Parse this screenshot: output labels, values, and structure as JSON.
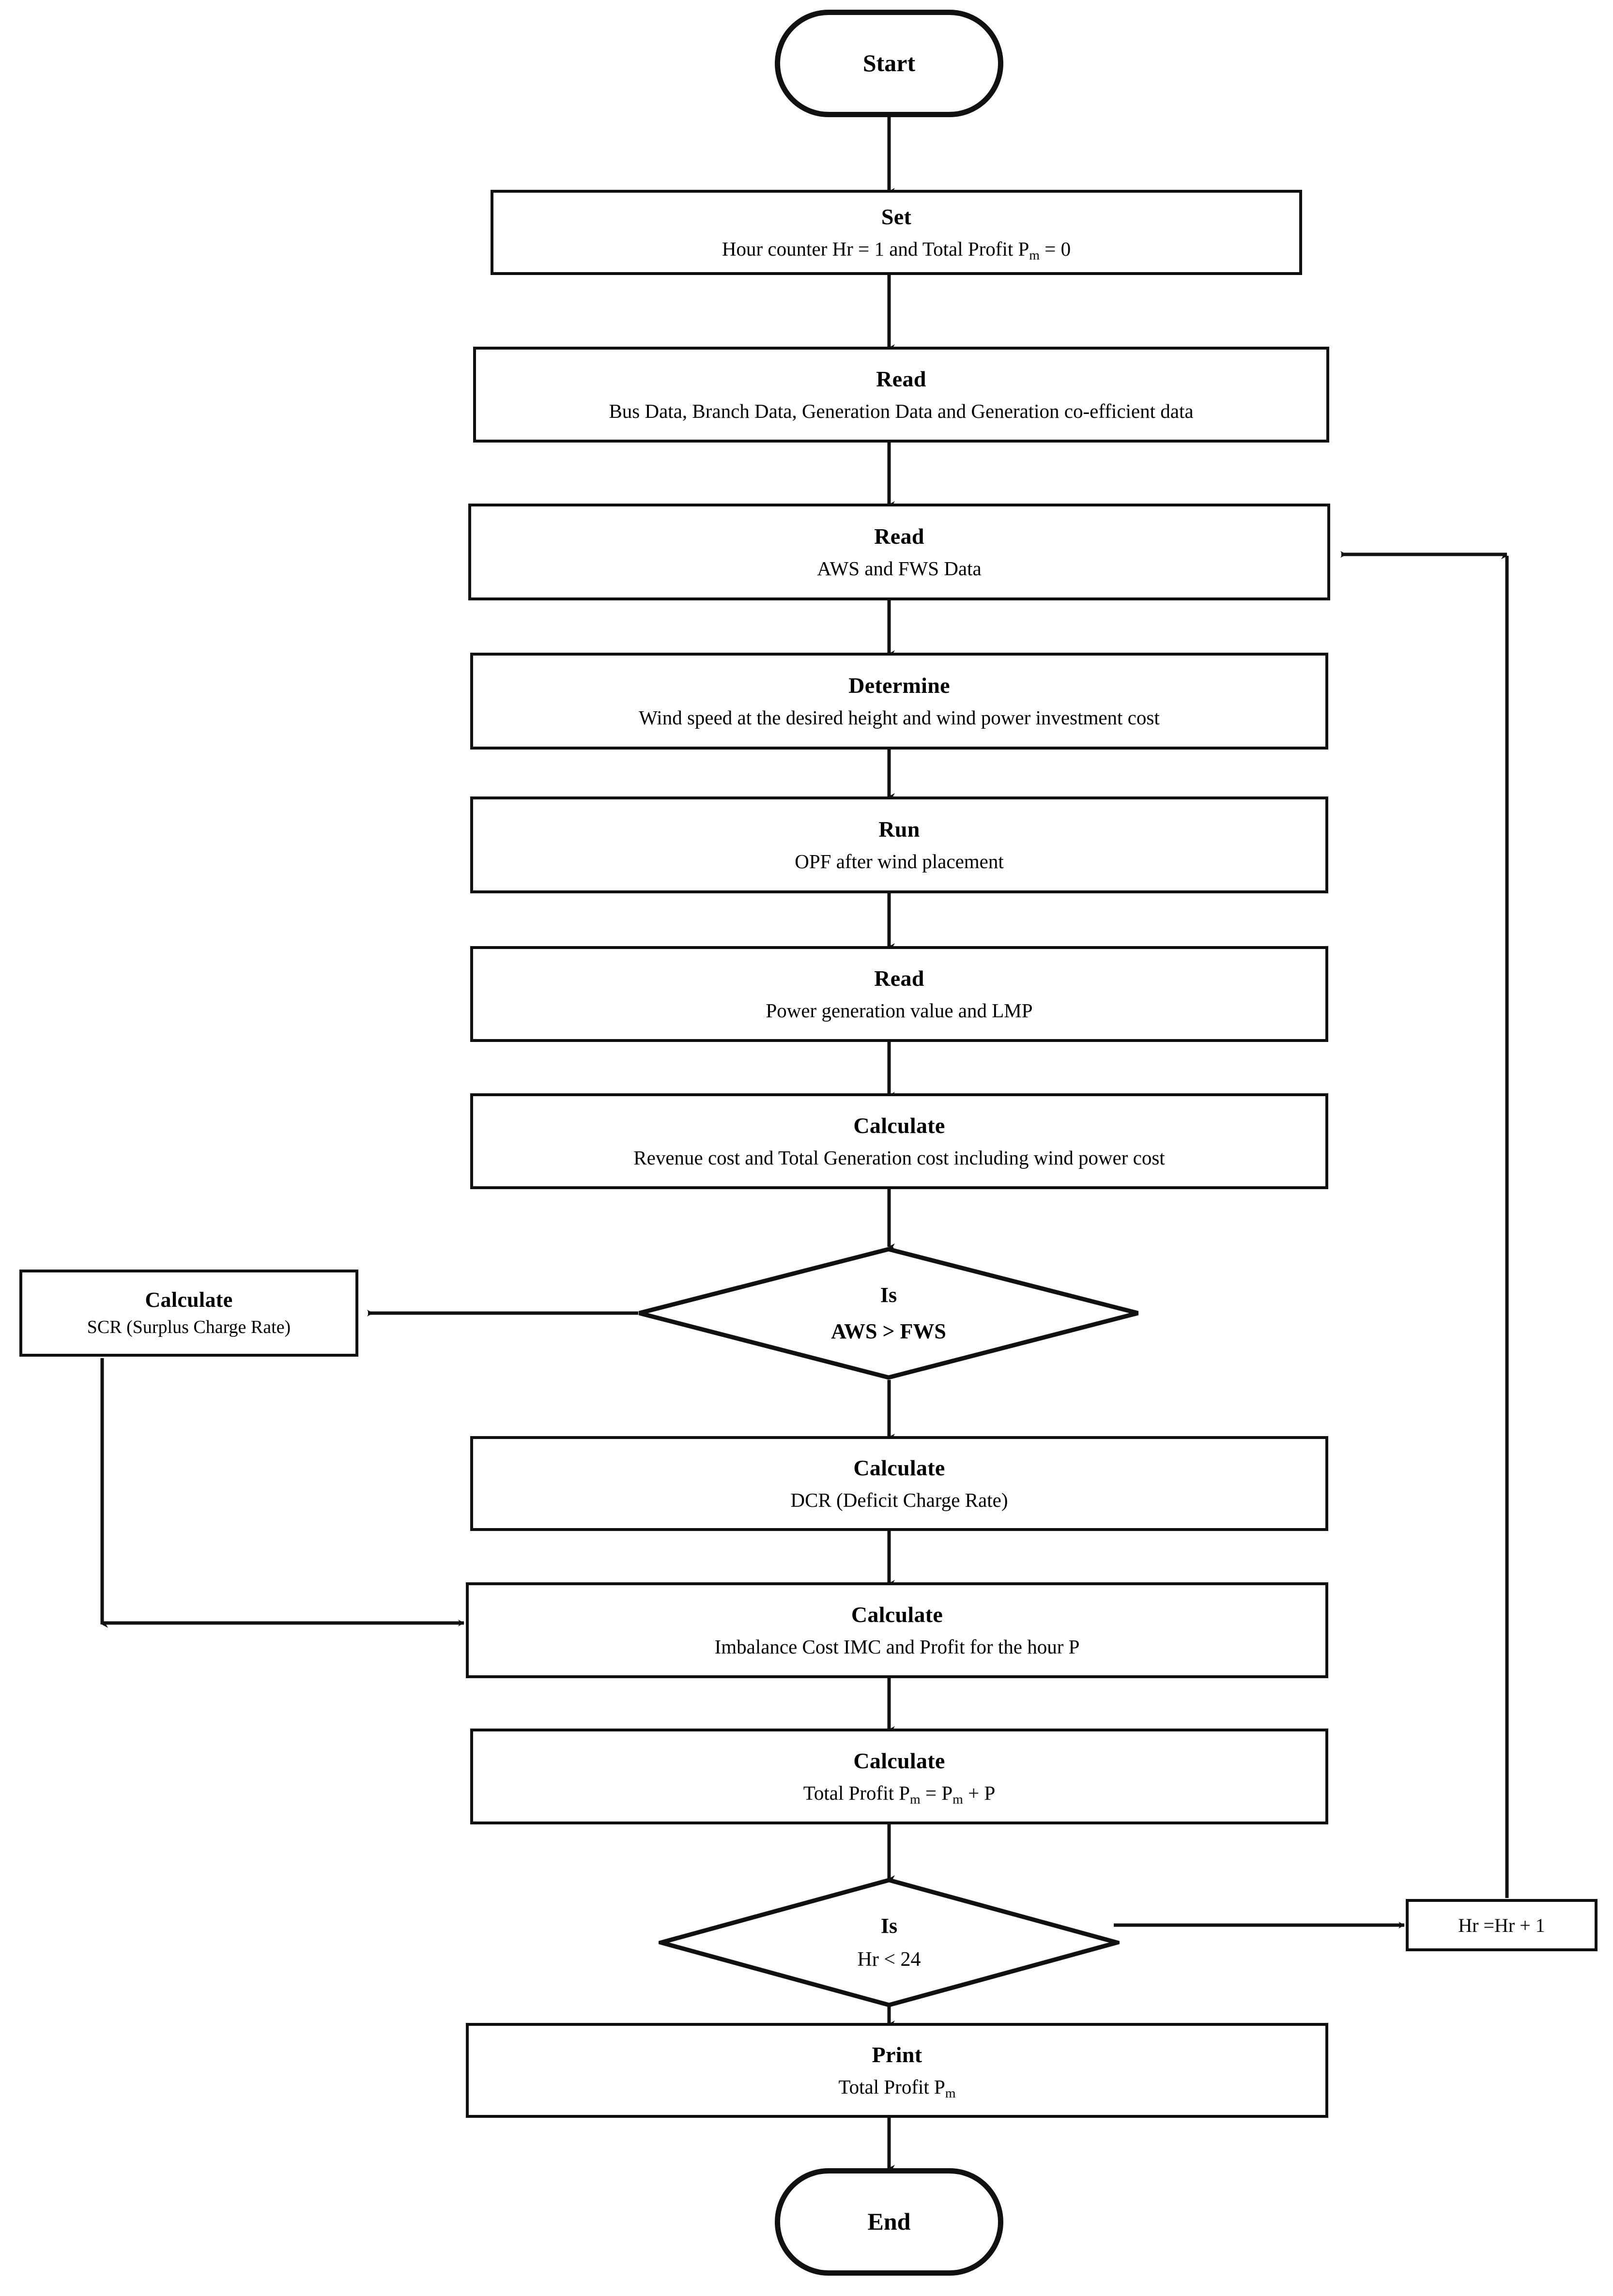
{
  "diagram": {
    "title": "Wind power profit calculation flowchart",
    "stroke_color": "#111111",
    "background_color": "#ffffff"
  },
  "nodes": {
    "start": {
      "label": "Start",
      "shape": "terminator"
    },
    "set_counters": {
      "title": "Set",
      "desc_pre": "Hour counter Hr = 1 and Total Profit P",
      "desc_sub": "m",
      "desc_post": " = 0",
      "shape": "process"
    },
    "read_system_data": {
      "title": "Read",
      "desc": "Bus Data, Branch Data, Generation Data and Generation co-efficient data",
      "shape": "process"
    },
    "read_wind_data": {
      "title": "Read",
      "desc": "AWS and FWS Data",
      "shape": "process"
    },
    "determine_wind": {
      "title": "Determine",
      "desc": "Wind speed at the desired height and wind power investment cost",
      "shape": "process"
    },
    "run_opf": {
      "title": "Run",
      "desc": "OPF after wind placement",
      "shape": "process"
    },
    "read_generation": {
      "title": "Read",
      "desc": "Power generation value and LMP",
      "shape": "process"
    },
    "calculate_cost": {
      "title": "Calculate",
      "desc": "Revenue cost and Total Generation cost including wind power cost",
      "shape": "process"
    },
    "decision_aws_fws": {
      "line1": "Is",
      "line2": "AWS > FWS",
      "shape": "decision"
    },
    "calculate_scr": {
      "title": "Calculate",
      "desc": "SCR (Surplus Charge Rate)",
      "shape": "process"
    },
    "calculate_dcr": {
      "title": "Calculate",
      "desc": "DCR (Deficit Charge Rate)",
      "shape": "process"
    },
    "calculate_imc": {
      "title": "Calculate",
      "desc": "Imbalance Cost IMC and Profit for the hour P",
      "shape": "process"
    },
    "calculate_total_profit": {
      "title": "Calculate",
      "desc_pre": "Total Profit P",
      "desc_sub1": "m",
      "desc_mid": " = P",
      "desc_sub2": "m",
      "desc_post": " + P",
      "shape": "process"
    },
    "decision_hour": {
      "line1": "Is",
      "line2": "Hr < 24",
      "shape": "decision"
    },
    "increment_hour": {
      "label": "Hr =Hr + 1",
      "shape": "process"
    },
    "print_result": {
      "title": "Print",
      "desc_pre": "Total Profit P",
      "desc_sub": "m",
      "shape": "process"
    },
    "end": {
      "label": "End",
      "shape": "terminator"
    }
  }
}
